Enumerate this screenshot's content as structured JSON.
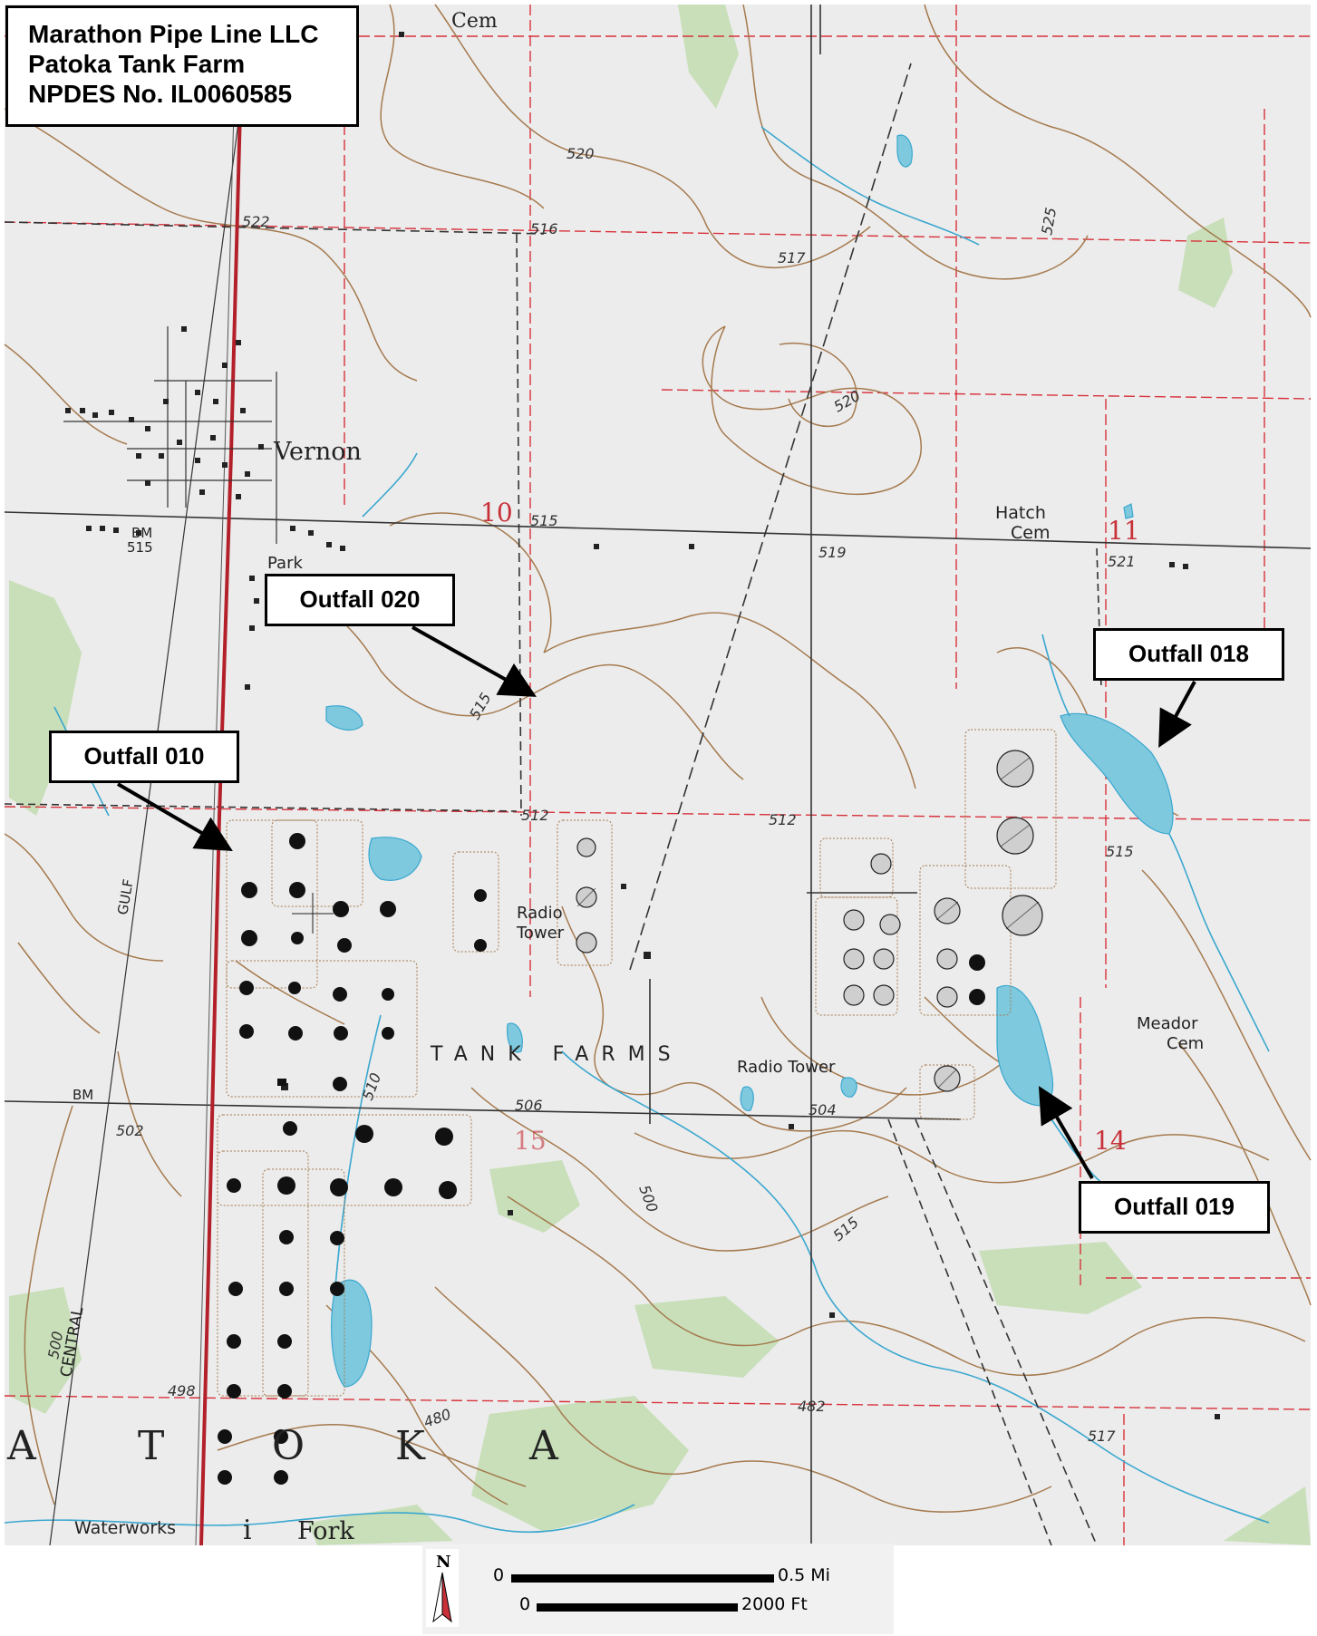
{
  "title_box": {
    "lines": [
      "Marathon Pipe Line LLC",
      "Patoka Tank Farm",
      "NPDES No. IL0060585"
    ]
  },
  "callouts": {
    "outfall_020": "Outfall 020",
    "outfall_018": "Outfall 018",
    "outfall_010": "Outfall 010",
    "outfall_019": "Outfall 019"
  },
  "map_labels": {
    "town": "Vernon",
    "park": "Park",
    "bm_west": "BM",
    "bm_515": "515",
    "hatch_cem_1": "Hatch",
    "hatch_cem_2": "Cem",
    "meador_cem_1": "Meador",
    "meador_cem_2": "Cem",
    "radio_tower_1": "Radio",
    "radio_tower_2": "Tower",
    "radio_tower_east": "Radio Tower",
    "tank_farms": "TANK FARMS",
    "patoka_letters": [
      "A",
      "T",
      "O",
      "K",
      "A"
    ],
    "waterworks": "Waterworks",
    "fork": "Fork",
    "gulf": "GULF",
    "central": "CENTRAL",
    "cem_top": "Cem",
    "bm_south": "BM",
    "i_letter": "i"
  },
  "section_numbers": [
    "10",
    "11",
    "15",
    "14"
  ],
  "elevations": [
    "520",
    "522",
    "516",
    "517",
    "525",
    "520",
    "515",
    "519",
    "521",
    "515",
    "512",
    "512",
    "515",
    "506",
    "504",
    "502",
    "510",
    "500",
    "515",
    "498",
    "480",
    "482",
    "517",
    "500"
  ],
  "scale": {
    "north": "N",
    "zero_mi": "0",
    "mi_label": "0.5 Mi",
    "zero_ft": "0",
    "ft_label": "2000 Ft"
  },
  "colors": {
    "paper": "#ececec",
    "contour": "#a57a4e",
    "section_line": "#d8323c",
    "water": "#7ec9dd",
    "water_line": "#3aa7cf",
    "vegetation": "#c2ddb0",
    "road_red": "#b3202a",
    "callout_border": "#000000"
  }
}
